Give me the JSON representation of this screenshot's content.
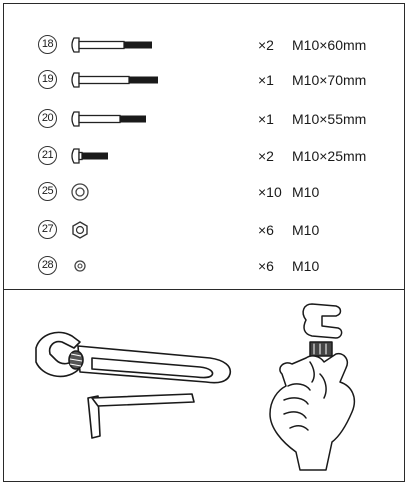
{
  "parts": [
    {
      "number": "18",
      "quantity": "×2",
      "spec": "M10×60mm",
      "icon": "bolt-icon"
    },
    {
      "number": "19",
      "quantity": "×1",
      "spec": "M10×70mm",
      "icon": "bolt-icon"
    },
    {
      "number": "20",
      "quantity": "×1",
      "spec": "M10×55mm",
      "icon": "bolt-icon"
    },
    {
      "number": "21",
      "quantity": "×2",
      "spec": "M10×25mm",
      "icon": "bolt-icon"
    },
    {
      "number": "25",
      "quantity": "×10",
      "spec": "M10",
      "icon": "washer-icon"
    },
    {
      "number": "27",
      "quantity": "×6",
      "spec": "M10",
      "icon": "hex-nut-icon"
    },
    {
      "number": "28",
      "quantity": "×6",
      "spec": "M10",
      "icon": "small-washer-icon"
    }
  ],
  "tools": [
    "adjustable-wrench-icon",
    "allen-key-icon",
    "hand-tightening-illustration"
  ]
}
